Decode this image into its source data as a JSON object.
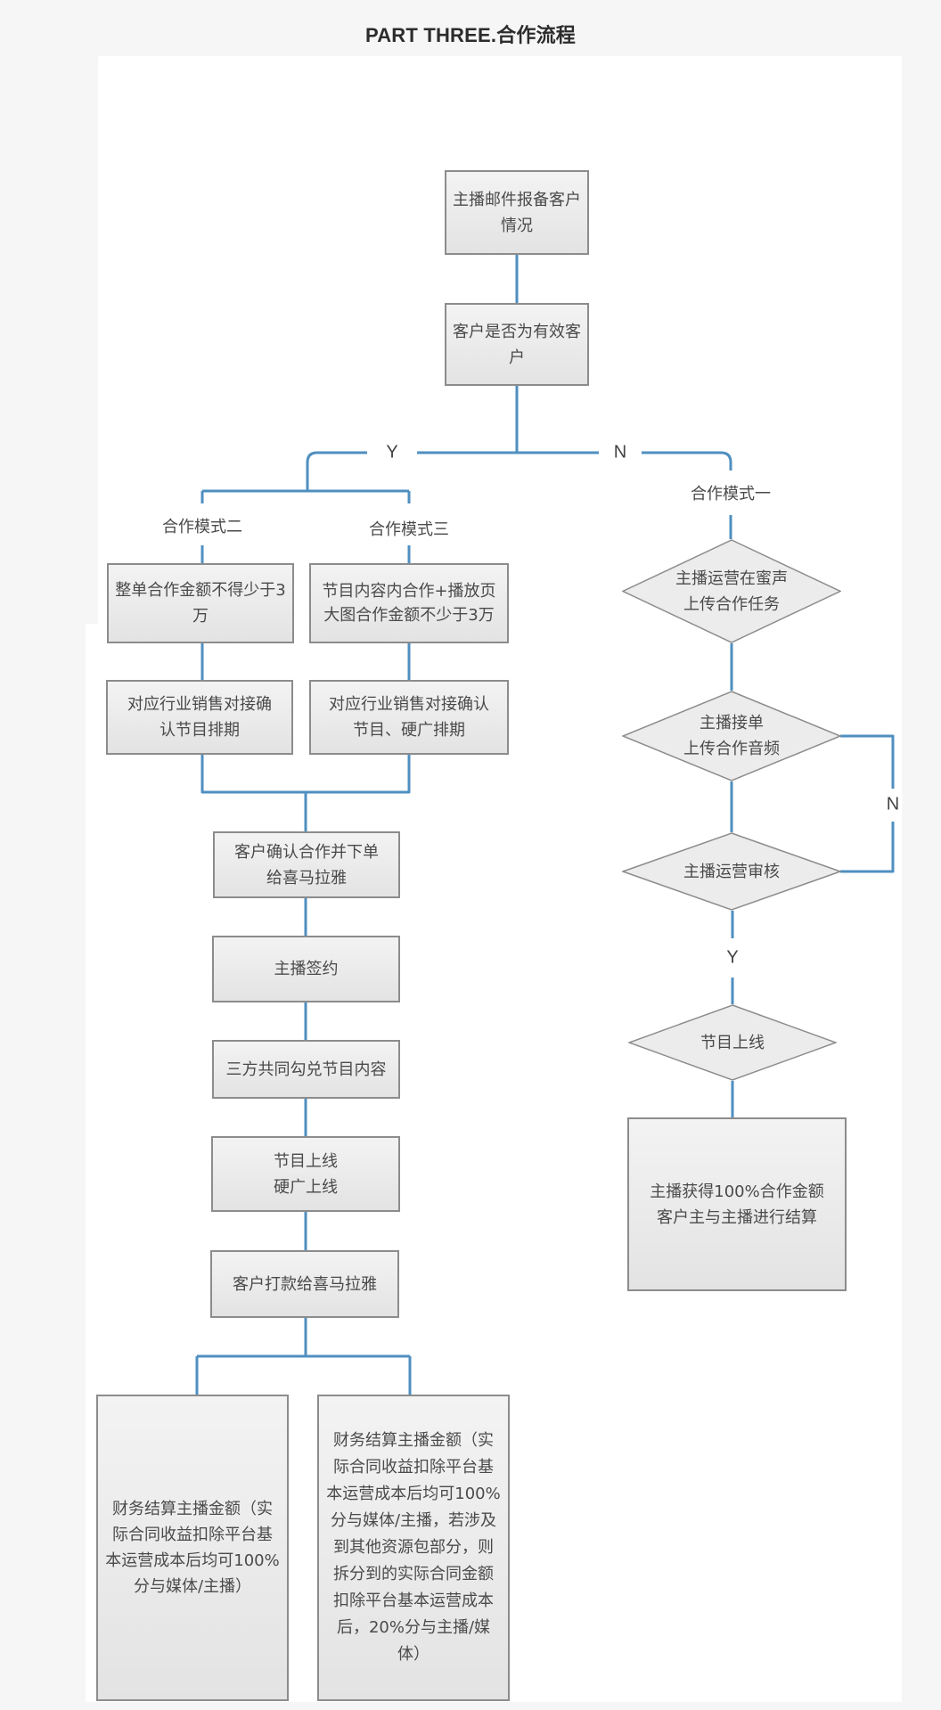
{
  "title": "PART THREE.合作流程",
  "colors": {
    "connector": "#4f8fc0",
    "box_border": "#8c8c8c",
    "box_fill": "#ececec",
    "text": "#4a4a4a"
  },
  "nodes": {
    "report": "主播邮件报备客户情况",
    "valid_check": "客户是否为有效客户",
    "mode_one": "合作模式一",
    "mode_two": "合作模式二",
    "mode_three": "合作模式三",
    "mode_two_min": "整单合作金额不得少于3万",
    "mode_three_min": "节目内容内合作+播放页大图合作金额不少于3万",
    "mode_two_confirm": "对应行业销售对接确认节目排期",
    "mode_three_confirm": "对应行业销售对接确认节目、硬广排期",
    "customer_order": "客户确认合作并下单给喜马拉雅",
    "anchor_sign": "主播签约",
    "tripartite_review": "三方共同勾兑节目内容",
    "go_live_line1": "节目上线",
    "go_live_line2": "硬广上线",
    "customer_pay": "客户打款给喜马拉雅",
    "settle_left": "财务结算主播金额（实际合同收益扣除平台基本运营成本后均可100%分与媒体/主播）",
    "settle_right": "财务结算主播金额（实际合同收益扣除平台基本运营成本后均可100%分与媒体/主播，若涉及到其他资源包部分，则拆分到的实际合同金额扣除平台基本运营成本后，20%分与主播/媒体）",
    "upload_task_line1": "主播运营在蜜声",
    "upload_task_line2": "上传合作任务",
    "accept_line1": "主播接单",
    "accept_line2": "上传合作音频",
    "ops_review": "主播运营审核",
    "program_live": "节目上线",
    "final_line1": "主播获得100%合作金额",
    "final_line2": "客户主与主播进行结算"
  },
  "edge_labels": {
    "valid_yes": "Y",
    "valid_no": "N",
    "review_no": "N",
    "review_yes": "Y"
  }
}
